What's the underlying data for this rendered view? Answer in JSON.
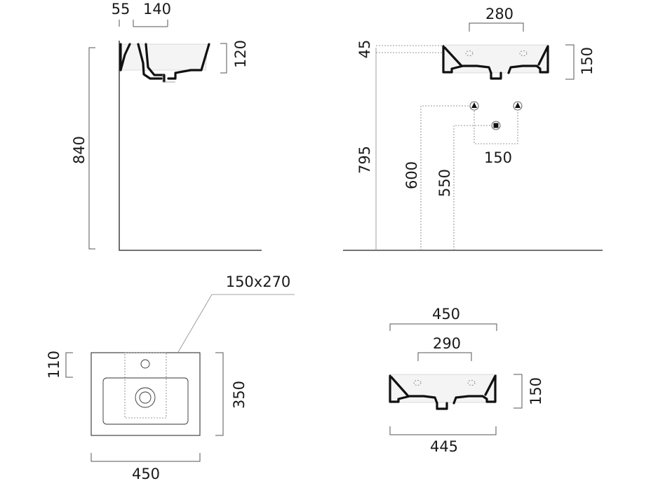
{
  "side_view": {
    "dim_55": "55",
    "dim_140": "140",
    "dim_120": "120",
    "dim_840": "840"
  },
  "front_view": {
    "dim_280": "280",
    "dim_45": "45",
    "dim_150_right": "150",
    "dim_795": "795",
    "dim_600": "600",
    "dim_550": "550",
    "dim_150_bottom": "150"
  },
  "top_view": {
    "dim_150x270": "150x270",
    "dim_110": "110",
    "dim_350": "350",
    "dim_450": "450"
  },
  "basin_view": {
    "dim_450": "450",
    "dim_290": "290",
    "dim_150": "150",
    "dim_445": "445"
  }
}
